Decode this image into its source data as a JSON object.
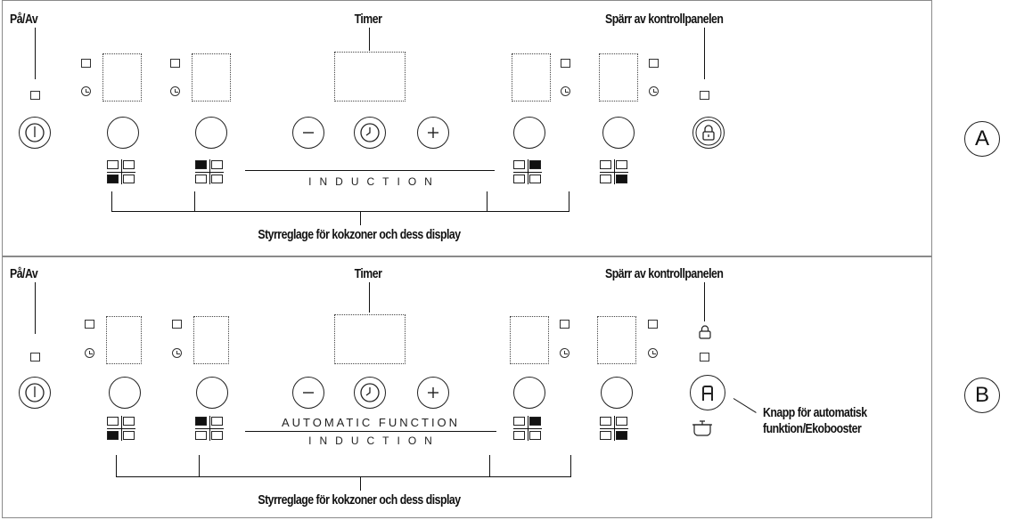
{
  "panels": [
    {
      "id": "A",
      "label_power": "På/Av",
      "label_timer": "Timer",
      "label_lock": "Spärr av kontrollpanelen",
      "label_zones": "Styrreglage för kokzoner och dess display",
      "band_text": "INDUCTION",
      "letter": "A"
    },
    {
      "id": "B",
      "label_power": "På/Av",
      "label_timer": "Timer",
      "label_lock": "Spärr av kontrollpanelen",
      "label_zones": "Styrreglage för kokzoner och dess display",
      "band_text": "INDUCTION",
      "band_text_top": "AUTOMATIC FUNCTION",
      "label_auto": "Knapp för automatisk",
      "label_auto_2": "funktion/Ekobooster",
      "auto_button_glyph": "A",
      "letter": "B"
    }
  ],
  "zones": [
    {
      "name": "front-left",
      "filled": "bottom-left"
    },
    {
      "name": "rear-left",
      "filled": "top-left"
    },
    {
      "name": "rear-right",
      "filled": "top-right"
    },
    {
      "name": "front-right",
      "filled": "bottom-right"
    }
  ],
  "icons": {
    "power": "power-icon",
    "minus": "minus-icon",
    "timer": "clock-icon",
    "plus": "plus-icon",
    "lock": "lock-icon",
    "auto": "auto-function-icon",
    "pot": "pot-icon"
  }
}
